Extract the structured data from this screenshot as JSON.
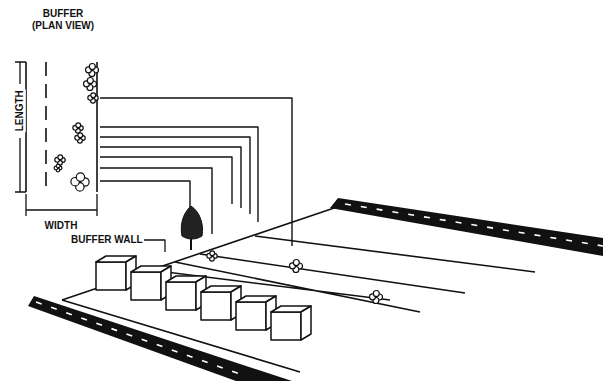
{
  "diagram": {
    "title": "BUFFER (PLAN VIEW)",
    "labels": [
      "LENGTH",
      "WIDTH",
      "BUFFER WALL"
    ]
  }
}
